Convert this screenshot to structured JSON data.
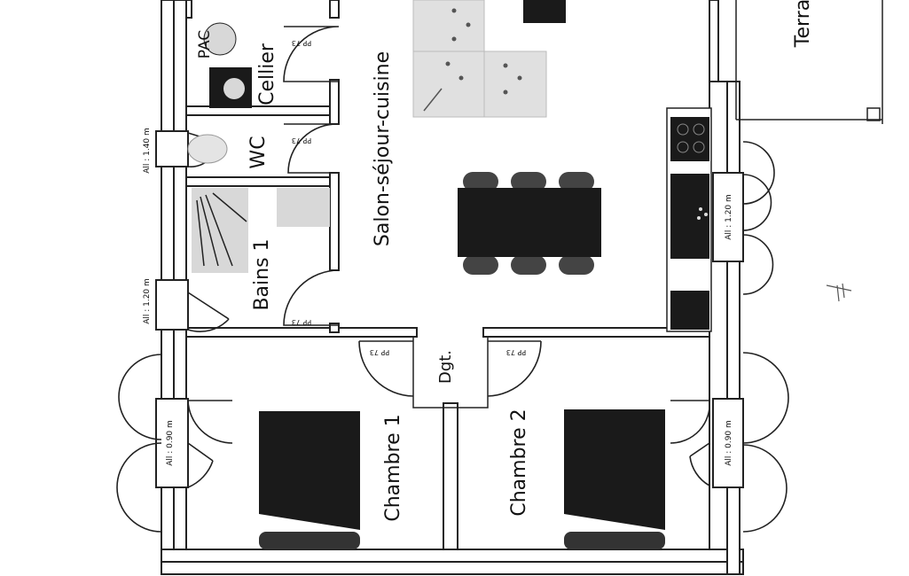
{
  "rooms": {
    "salon": "Salon-séjour-cuisine",
    "cellier": "Cellier",
    "pac": "PAC",
    "wc": "WC",
    "bains": "Bains 1",
    "dgt": "Dgt.",
    "chambre1": "Chambre 1",
    "chambre2": "Chambre 2",
    "terrace": "Terra"
  },
  "door_code": "PP 73",
  "windows": {
    "w_left_top": "All : 1.40 m",
    "w_left_mid": "All : 1.20 m",
    "w_left_bottom": "All : 0.90 m",
    "w_right_top": "All : 1.20 m",
    "w_right_bottom": "All : 0.90 m"
  },
  "colors": {
    "wall": "#222222",
    "furniture": "#1a1a1a",
    "fixture": "#d8d8d8"
  }
}
